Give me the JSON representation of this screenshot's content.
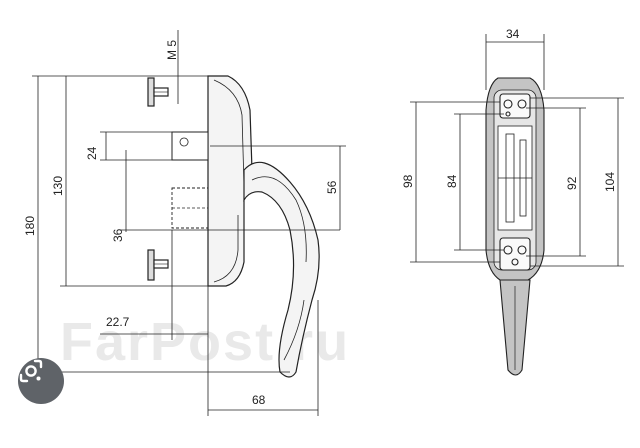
{
  "watermark": "FarPost.ru",
  "dimensions": {
    "m5": "M 5",
    "d24": "24",
    "d130": "130",
    "d180": "180",
    "d36": "36",
    "d56": "56",
    "d22_7": "22.7",
    "d68": "68",
    "d34": "34",
    "d98": "98",
    "d84": "84",
    "d92": "92",
    "d104": "104"
  },
  "colors": {
    "line": "#222222",
    "handle_fill": "#f4f4f4",
    "plate_fill": "#bdbdbd",
    "lens_button": "#5f6368"
  },
  "icons": {
    "lens_button": "google-lens-icon"
  }
}
